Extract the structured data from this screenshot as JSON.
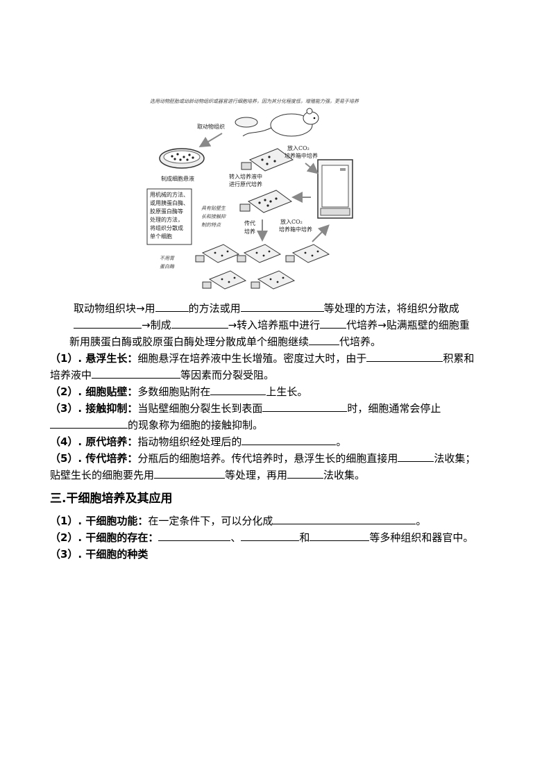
{
  "figure": {
    "note_top": "选用动物胚胎或幼龄动物组织或器官进行细胞培养，因为其分化程度低，增殖能力强，更易于培养",
    "label_take_tissue": "取动物组织",
    "label_cell_suspension": "制成细胞悬液",
    "label_co2_top_1": "放入CO₂",
    "label_co2_top_2": "培养箱中培养",
    "label_primary_1": "转入培养液中",
    "label_primary_2": "进行原代培养",
    "label_box_1": "用机械的方法、",
    "label_box_2": "或用胰蛋白酶、",
    "label_box_3": "胶原蛋白酶等",
    "label_box_4": "处理的方法，",
    "label_box_5": "将组织分散成",
    "label_box_6": "单个细胞",
    "label_adherent_1": "具有贴壁生",
    "label_adherent_2": "长和接触抑",
    "label_adherent_3": "制的特点",
    "label_passage_1": "传代",
    "label_passage_2": "培养",
    "label_co2_bottom_1": "放入CO₂",
    "label_co2_bottom_2": "培养箱中培养",
    "label_no_pepsin_1": "不用胃",
    "label_no_pepsin_2": "蛋白酶"
  },
  "intro": {
    "p1": "取动物组织块→用",
    "p2": "的方法或用",
    "p3": "等处理的方法，将组织分散成",
    "p4": "→制成",
    "p5": "→转入培养瓶中进行",
    "p6": "代培养→贴满瓶壁的细胞重",
    "p7": "新用胰蛋白酶或胶原蛋白酶处理分散成单个细胞继续",
    "p8": "代培养。"
  },
  "items": {
    "i1_label": "（1）. 悬浮生长：",
    "i1_a": "细胞悬浮在培养液中生长增殖。密度过大时，由于",
    "i1_b": "积累和",
    "i1_c": "培养液中",
    "i1_d": "等因素而分裂受阻。",
    "i2_label": "（2）. 细胞贴壁：",
    "i2_a": "多数细胞贴附在",
    "i2_b": "上生长。",
    "i3_label": "（3）. 接触抑制：",
    "i3_a": "当贴壁细胞分裂生长到表面",
    "i3_b": "时，细胞通常会停止",
    "i3_c": "的现象称为细胞的接触抑制。",
    "i4_label": "（4）. 原代培养：",
    "i4_a": "指动物组织经处理后的",
    "i4_b": "。",
    "i5_label": "（5）. 传代培养：",
    "i5_a": "分瓶后的细胞培养。传代培养时，悬浮生长的细胞直接用",
    "i5_b": "法收集；",
    "i5_c": "贴壁生长的细胞要先用",
    "i5_d": "等处理，再用",
    "i5_e": "法收集。"
  },
  "section3": {
    "title": "三.干细胞培养及其应用",
    "s1_label": "（1）. 干细胞功能：",
    "s1_a": "在一定条件下，可以分化成",
    "s1_b": "。",
    "s2_label": "（2）. 干细胞的存在：",
    "s2_a": "、",
    "s2_b": "和",
    "s2_c": "等多种组织和器官中。",
    "s3_label": "（3）. 干细胞的种类"
  }
}
